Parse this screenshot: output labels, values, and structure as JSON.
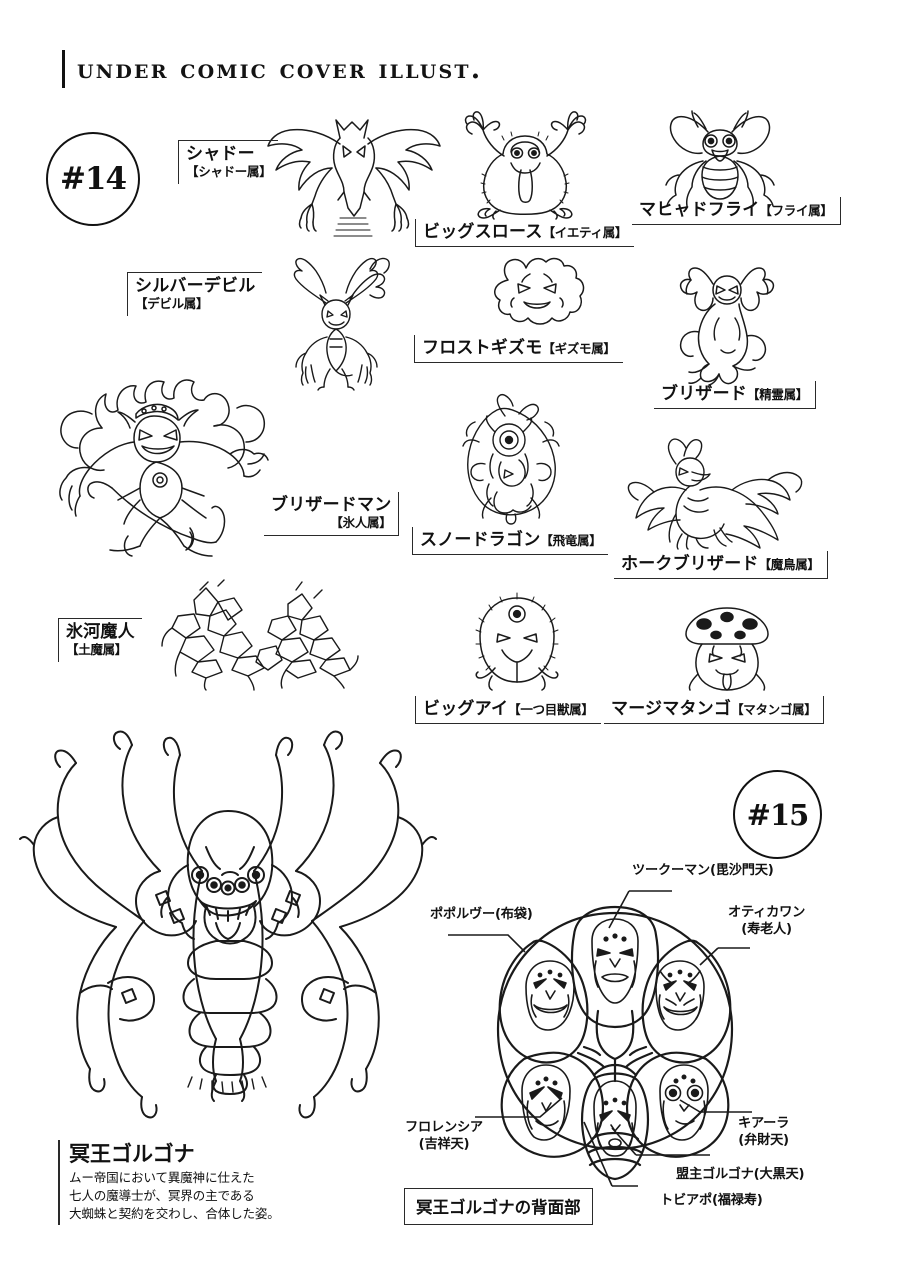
{
  "page": {
    "title": "Under Comic Cover Illust.",
    "background": "#ffffff",
    "ink": "#111111"
  },
  "chapters": [
    {
      "id": "ch14",
      "label": "#14"
    },
    {
      "id": "ch15",
      "label": "#15"
    }
  ],
  "chapter14": {
    "monsters": [
      {
        "id": "shadow",
        "name": "シャドー",
        "genus": "【シャドー属】",
        "icon": "bat-shadow-icon"
      },
      {
        "id": "big-sloth",
        "name": "ビッグスロース",
        "genus": "【イエティ属】",
        "icon": "yeti-icon"
      },
      {
        "id": "mahyado-fly",
        "name": "マヒャドフライ",
        "genus": "【フライ属】",
        "icon": "fly-icon"
      },
      {
        "id": "silver-devil",
        "name": "シルバーデビル",
        "genus": "【デビル属】",
        "icon": "devil-icon"
      },
      {
        "id": "frost-gizmo",
        "name": "フロストギズモ",
        "genus": "【ギズモ属】",
        "icon": "gizmo-cloud-icon"
      },
      {
        "id": "blizzard",
        "name": "ブリザード",
        "genus": "【精霊属】",
        "icon": "blizzard-spirit-icon"
      },
      {
        "id": "blizzard-man",
        "name": "ブリザードマン",
        "genus": "【氷人属】",
        "icon": "blizzardman-icon"
      },
      {
        "id": "snow-dragon",
        "name": "スノードラゴン",
        "genus": "【飛竜属】",
        "icon": "snow-dragon-icon"
      },
      {
        "id": "hawk-blizzard",
        "name": "ホークブリザード",
        "genus": "【魔鳥属】",
        "icon": "hawk-icon"
      },
      {
        "id": "glacier-demon",
        "name": "氷河魔人",
        "genus": "【土魔属】",
        "icon": "ice-golem-icon"
      },
      {
        "id": "big-eye",
        "name": "ビッグアイ",
        "genus": "【一つ目獣属】",
        "icon": "big-eye-icon"
      },
      {
        "id": "magi-matango",
        "name": "マージマタンゴ",
        "genus": "【マタンゴ属】",
        "icon": "matango-icon"
      }
    ]
  },
  "chapter15": {
    "main": {
      "name": "冥王ゴルゴナ",
      "description_lines": [
        "ムー帝国において異魔神に仕えた",
        "七人の魔導士が、冥界の主である",
        "大蜘蛛と契約を交わし、合体した姿。"
      ],
      "icon": "gorgona-spider-icon"
    },
    "back_view": {
      "caption": "冥王ゴルゴナの背面部",
      "icon": "gorgona-back-icon",
      "callouts": [
        {
          "id": "tsukuman",
          "name": "ツークーマン",
          "deity": "(毘沙門天)",
          "inline": true
        },
        {
          "id": "popolvuh",
          "name": "ポポルヴー",
          "deity": "(布袋)",
          "inline": true
        },
        {
          "id": "otikawan",
          "name": "オティカワン",
          "deity": "(寿老人)",
          "inline": false
        },
        {
          "id": "florencia",
          "name": "フロレンシア",
          "deity": "(吉祥天)",
          "inline": false
        },
        {
          "id": "kiara",
          "name": "キアーラ",
          "deity": "(弁財天)",
          "inline": false
        },
        {
          "id": "lord-gorgona",
          "name": "盟主ゴルゴナ",
          "deity": "(大黒天)",
          "inline": true
        },
        {
          "id": "tobiapo",
          "name": "トビアポ",
          "deity": "(福禄寿)",
          "inline": true
        }
      ]
    }
  }
}
